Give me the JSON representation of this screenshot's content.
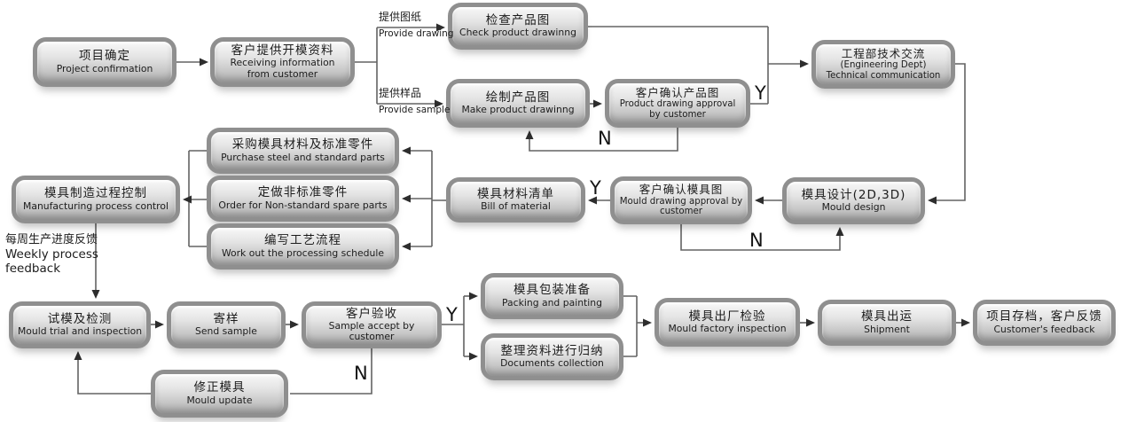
{
  "diagram": {
    "colors": {
      "background": "#ffffff",
      "box_border": "#8f8f8f",
      "box_fill_top": "#f8f8f8",
      "box_fill_bottom": "#a9a9a9",
      "connector_line": "#636363",
      "arrowhead": "#2d2d2d",
      "text": "#1c1c1c"
    },
    "nodes": {
      "project_confirmation": {
        "cn": "项目确定",
        "en": "Project confirmation"
      },
      "receiving_info": {
        "cn": "客户提供开模资料",
        "en": "Receiving information from customer"
      },
      "check_drawing": {
        "cn": "检查产品图",
        "en": "Check product drawinng"
      },
      "make_drawing": {
        "cn": "绘制产品图",
        "en": "Make product drawinng"
      },
      "product_approval": {
        "cn": "客户确认产品图",
        "en": "Product drawing approval by customer"
      },
      "engineering": {
        "cn": "工程部技术交流",
        "en": "(Engineering Dept) Technical communication"
      },
      "mould_design": {
        "cn": "模具设计(2D,3D)",
        "en": "Mould design"
      },
      "mould_approval": {
        "cn": "客户确认模具图",
        "en": "Mould drawing approval by customer"
      },
      "bill_of_material": {
        "cn": "模具材料清单",
        "en": "Bill of material"
      },
      "purchase_parts": {
        "cn": "采购模具材料及标准零件",
        "en": "Purchase steel and standard parts"
      },
      "order_parts": {
        "cn": "定做非标准零件",
        "en": "Order for Non-standard spare parts"
      },
      "processing_schedule": {
        "cn": "编写工艺流程",
        "en": "Work out the processing schedule"
      },
      "process_control": {
        "cn": "模具制造过程控制",
        "en": "Manufacturing process control"
      },
      "mould_trial": {
        "cn": "试模及检测",
        "en": "Mould trial and inspection"
      },
      "send_sample": {
        "cn": "寄样",
        "en": "Send sample"
      },
      "sample_accept": {
        "cn": "客户验收",
        "en": "Sample accept by customer"
      },
      "mould_update": {
        "cn": "修正模具",
        "en": "Mould update"
      },
      "packing": {
        "cn": "模具包装准备",
        "en": "Packing and painting"
      },
      "documents": {
        "cn": "整理资料进行归纳",
        "en": "Documents collection"
      },
      "factory_inspection": {
        "cn": "模具出厂检验",
        "en": "Mould factory inspection"
      },
      "shipment": {
        "cn": "模具出运",
        "en": "Shipment"
      },
      "archive_feedback": {
        "cn": "项目存档，客户反馈",
        "en": "Customer's feedback"
      }
    },
    "edge_labels": {
      "provide_drawing": {
        "cn": "提供图纸",
        "en": "Provide drawing"
      },
      "provide_sample": {
        "cn": "提供样品",
        "en": "Provide sample"
      },
      "weekly_feedback": {
        "cn": "每周生产进度反馈",
        "en_line1": "Weekly process",
        "en_line2": "feedback"
      },
      "yes": "Y",
      "no": "N"
    }
  }
}
